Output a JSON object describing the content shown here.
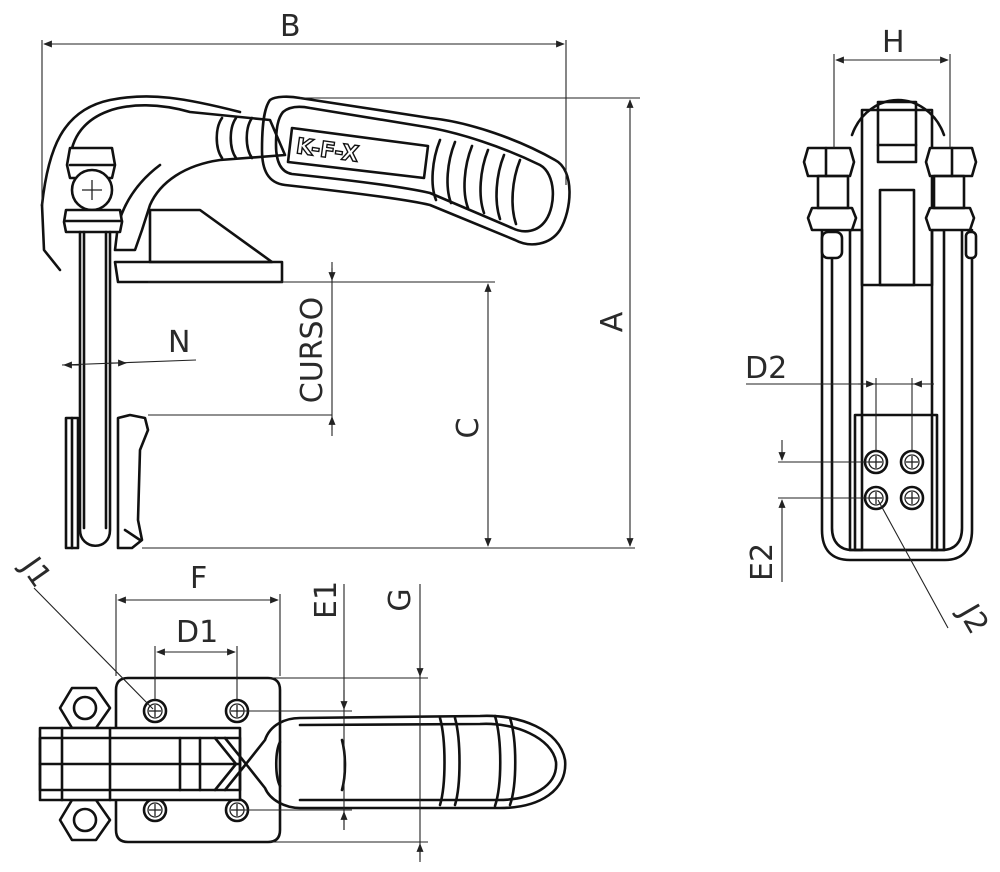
{
  "labels": {
    "B": "B",
    "H": "H",
    "A": "A",
    "C": "C",
    "N": "N",
    "curso": "CURSO",
    "D2": "D2",
    "E2": "E2",
    "J2": "J2",
    "J1": "J1",
    "F": "F",
    "D1": "D1",
    "E1": "E1",
    "G": "G"
  },
  "logo_text": "K-F-X"
}
